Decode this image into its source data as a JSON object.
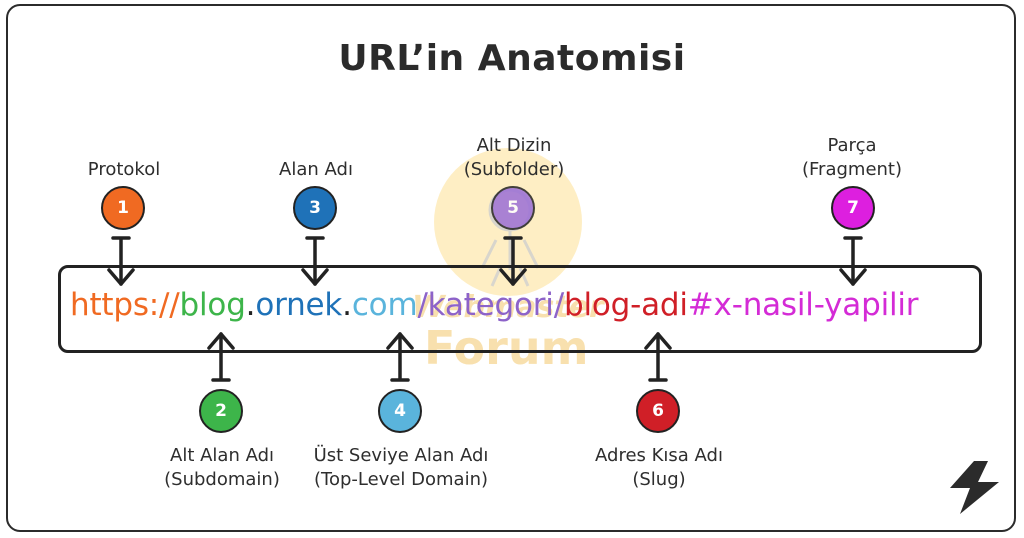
{
  "title": "URL’in Anatomisi",
  "url_parts": [
    {
      "text": "https://",
      "color": "#f06a22"
    },
    {
      "text": "blog",
      "color": "#3db54a"
    },
    {
      "text": ".",
      "color": "#222222"
    },
    {
      "text": "ornek",
      "color": "#1f72b8"
    },
    {
      "text": ".",
      "color": "#222222"
    },
    {
      "text": "com",
      "color": "#5ab4dc"
    },
    {
      "text": "/kategori/",
      "color": "#8d63c9"
    },
    {
      "text": "blog-adi",
      "color": "#d01f27"
    },
    {
      "text": "#x-nasil-yapilir",
      "color": "#d42bd6"
    }
  ],
  "markers": [
    {
      "number": "1",
      "color": "#f06a22",
      "label_line1": "Protokol",
      "label_line2": ""
    },
    {
      "number": "2",
      "color": "#3db54a",
      "label_line1": "Alt Alan Adı",
      "label_line2": "(Subdomain)"
    },
    {
      "number": "3",
      "color": "#1f72b8",
      "label_line1": "Alan Adı",
      "label_line2": ""
    },
    {
      "number": "4",
      "color": "#5ab4dc",
      "label_line1": "Üst Seviye Alan Adı",
      "label_line2": "(Top-Level Domain)"
    },
    {
      "number": "5",
      "color": "#9b6fd6",
      "label_line1": "Alt Dizin",
      "label_line2": "(Subfolder)"
    },
    {
      "number": "6",
      "color": "#d01f27",
      "label_line1": "Adres Kısa Adı",
      "label_line2": "(Slug)"
    },
    {
      "number": "7",
      "color": "#dd1fdf",
      "label_line1": "Parça",
      "label_line2": "(Fragment)"
    }
  ],
  "watermark": {
    "line1": "Webmaster",
    "line2": "Forum"
  },
  "brand_icon": "lightning-bolt-icon"
}
